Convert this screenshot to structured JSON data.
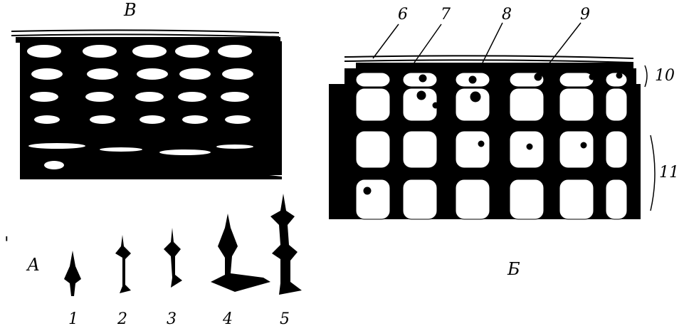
{
  "panels": {
    "top_left": "В",
    "right": "Б",
    "bottom_left": "А"
  },
  "callouts": [
    "6",
    "7",
    "8",
    "9",
    "10",
    "11"
  ],
  "stages": [
    "1",
    "2",
    "3",
    "4",
    "5"
  ],
  "marks": {
    "left_tick": "'"
  }
}
